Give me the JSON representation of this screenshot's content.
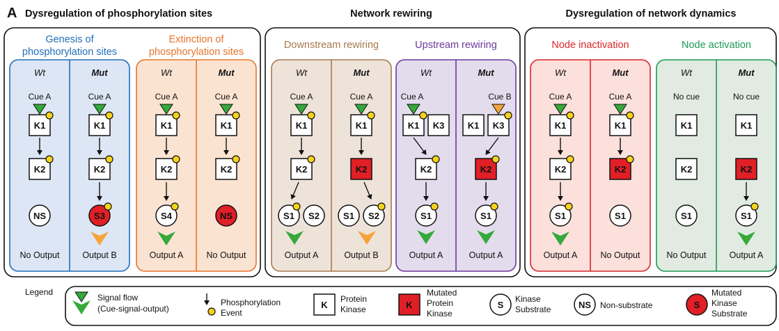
{
  "panel": {
    "letter": "A",
    "sections": [
      {
        "title": "Dysregulation of phosphorylation sites"
      },
      {
        "title": "Network rewiring"
      },
      {
        "title": "Dysregulation of network dynamics"
      }
    ]
  },
  "colors": {
    "blue": "#1f6fb8",
    "blue_fill": "#dde6f4",
    "orange": "#e8742a",
    "orange_fill": "#fbe3d2",
    "brown": "#a77a4d",
    "brown_fill": "#eee3d9",
    "purple": "#6c3a9c",
    "purple_fill": "#e3dcec",
    "red": "#d9262b",
    "red_fill": "#fbe0dc",
    "green": "#1c9a55",
    "green_fill": "#e1ebe2",
    "signal_green": "#35a93a",
    "signal_orange": "#f6a43a",
    "mutated": "#e01f26",
    "phospho": "#f5d21c"
  },
  "boxes": [
    {
      "id": "genesis",
      "title_lines": [
        "Genesis of",
        "phosphorylation sites"
      ],
      "left": {
        "header": "Wt",
        "cue": "Cue A",
        "k": "K1",
        "k2": "K2",
        "sub": "NS",
        "output": "No Output"
      },
      "right": {
        "header": "Mut",
        "cue": "Cue A",
        "k": "K1",
        "k2": "K2",
        "sub": "S3",
        "output": "Output B"
      }
    },
    {
      "id": "extinction",
      "title_lines": [
        "Extinction of",
        "phosphorylation sites"
      ],
      "left": {
        "header": "Wt",
        "cue": "Cue A",
        "k": "K1",
        "k2": "K2",
        "sub": "S4",
        "output": "Output A"
      },
      "right": {
        "header": "Mut",
        "cue": "Cue A",
        "k": "K1",
        "k2": "K2",
        "sub": "NS",
        "output": "No Output"
      }
    },
    {
      "id": "downstream",
      "title_lines": [
        "Downstream rewiring"
      ],
      "left": {
        "header": "Wt",
        "cue": "Cue A",
        "k": "K1",
        "k2": "K2",
        "sub": "S1",
        "sub2": "S2",
        "output": "Output A"
      },
      "right": {
        "header": "Mut",
        "cue": "Cue A",
        "k": "K1",
        "k2": "K2",
        "sub": "S1",
        "sub2": "S2",
        "output": "Output B"
      }
    },
    {
      "id": "upstream",
      "title_lines": [
        "Upstream rewiring"
      ],
      "left": {
        "header": "Wt",
        "cue": "Cue A",
        "k": "K1",
        "k3": "K3",
        "k2": "K2",
        "sub": "S1",
        "output": "Output A"
      },
      "right": {
        "header": "Mut",
        "cue": "Cue B",
        "k": "K1",
        "k3": "K3",
        "k2": "K2",
        "sub": "S1",
        "output": "Output A"
      }
    },
    {
      "id": "inactivation",
      "title_lines": [
        "Node inactivation"
      ],
      "left": {
        "header": "Wt",
        "cue": "Cue A",
        "k": "K1",
        "k2": "K2",
        "sub": "S1",
        "output": "Output A"
      },
      "right": {
        "header": "Mut",
        "cue": "Cue A",
        "k": "K1",
        "k2": "K2",
        "sub": "S1",
        "output": "No Output"
      }
    },
    {
      "id": "activation",
      "title_lines": [
        "Node activation"
      ],
      "left": {
        "header": "Wt",
        "cue": "No cue",
        "k": "K1",
        "k2": "K2",
        "sub": "S1",
        "output": "No Output"
      },
      "right": {
        "header": "Mut",
        "cue": "No cue",
        "k": "K1",
        "k2": "K2",
        "sub": "S1",
        "output": "Output A"
      }
    }
  ],
  "legend": {
    "title": "Legend",
    "signal_flow": [
      "Signal flow",
      "(Cue-signal-output)"
    ],
    "phospho": [
      "Phosphorylation",
      "Event"
    ],
    "protein_kinase": {
      "symbol": "K",
      "lines": [
        "Protein",
        "Kinase"
      ]
    },
    "mutated_kinase": {
      "symbol": "K",
      "lines": [
        "Mutated",
        "Protein",
        "Kinase"
      ]
    },
    "kinase_substrate": {
      "symbol": "S",
      "lines": [
        "Kinase",
        "Substrate"
      ]
    },
    "non_substrate": {
      "symbol": "NS",
      "lines": [
        "Non-substrate"
      ]
    },
    "mutated_substrate": {
      "symbol": "S",
      "lines": [
        "Mutated",
        "Kinase",
        "Substrate"
      ]
    }
  }
}
